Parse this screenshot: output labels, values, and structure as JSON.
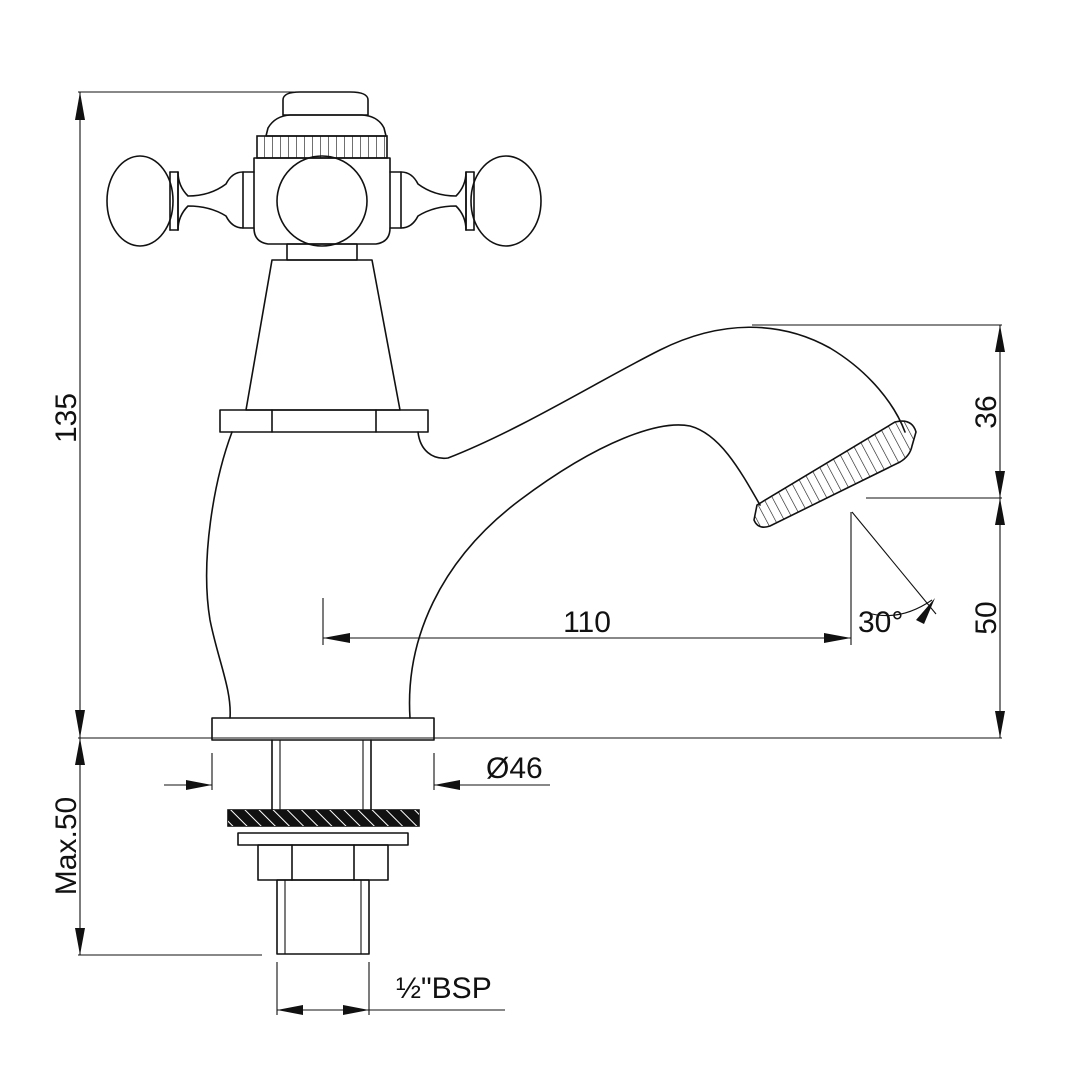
{
  "dimensions": {
    "total_height": "135",
    "spout_height_upper": "36",
    "spout_height_lower": "50",
    "reach": "110",
    "spray_angle": "30°",
    "base_diameter": "Ø46",
    "max_tail_length": "Max.50",
    "thread": "½\"BSP"
  }
}
